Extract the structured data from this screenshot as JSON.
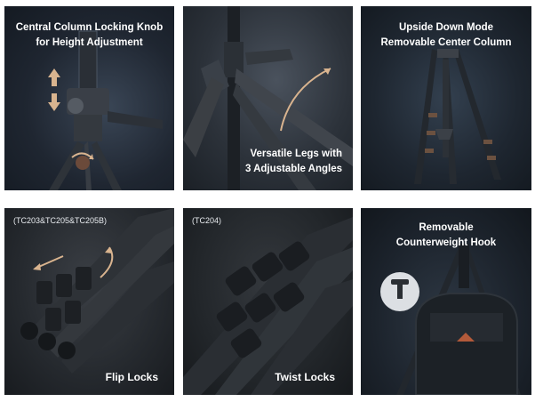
{
  "panels": [
    {
      "id": "central-column",
      "caption_line1": "Central Column Locking Knob",
      "caption_line2": "for Height Adjustment"
    },
    {
      "id": "versatile-legs",
      "caption_line1": "Versatile Legs with",
      "caption_line2": "3 Adjustable Angles"
    },
    {
      "id": "upside-down",
      "caption_line1": "Upside Down Mode",
      "caption_line2": "Removable Center Column"
    },
    {
      "id": "flip-locks",
      "models": "(TC203&TC205&TC205B)",
      "caption": "Flip Locks"
    },
    {
      "id": "twist-locks",
      "models": "(TC204)",
      "caption": "Twist Locks"
    },
    {
      "id": "counterweight-hook",
      "caption_line1": "Removable",
      "caption_line2": "Counterweight Hook"
    }
  ],
  "colors": {
    "caption_text": "#ffffff",
    "accent_arrow": "#d9b48f",
    "page_background": "#ffffff"
  },
  "icons": [
    "up-down-arrow-icon",
    "curved-arrow-icon",
    "move-arrow-icon",
    "hook-icon"
  ]
}
